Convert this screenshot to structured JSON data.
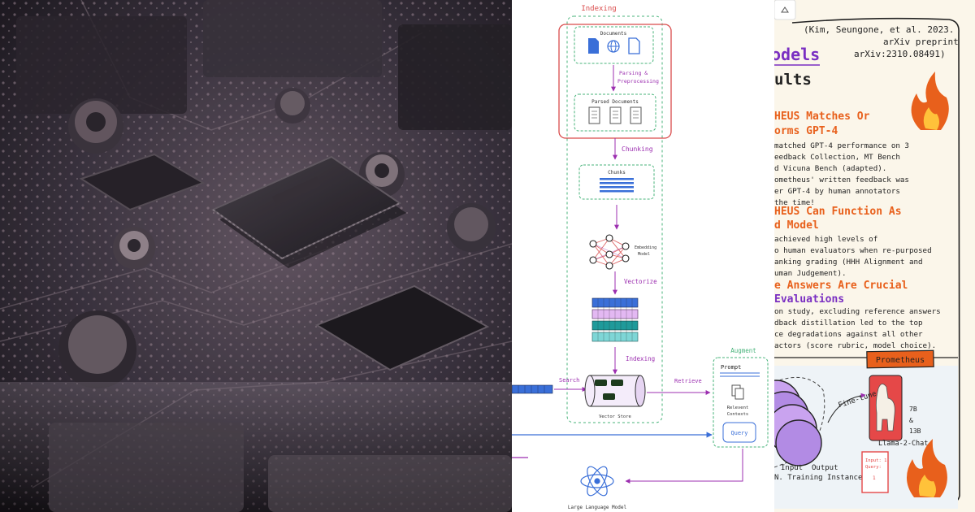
{
  "rag": {
    "indexing_title": "Indexing",
    "documents": "Documents",
    "parsing_line1": "Parsing &",
    "parsing_line2": "Preprocessing",
    "parsed_documents": "Parsed Documents",
    "chunking": "Chunking",
    "chunks": "Chunks",
    "embedding_line1": "Embedding",
    "embedding_line2": "Model",
    "vectorize": "Vectorize",
    "indexing_label": "Indexing",
    "search": "Search",
    "retrieve": "Retrieve",
    "vector_store": "Vector Store",
    "augment": "Augment",
    "prompt": "Prompt",
    "relevant_line1": "Relevent",
    "relevant_line2": "Contexts",
    "query": "Query",
    "llm": "Large Language Model",
    "colors": {
      "purple": "#9c2fb0",
      "red": "#d94b4b",
      "green": "#47b37a",
      "blue": "#3a6fd8"
    }
  },
  "note": {
    "citation_line1": "(Kim, Seungone, et al. 2023.",
    "citation_line2": "arXiv preprint",
    "citation_line3": "arXiv:2310.08491)",
    "title_models": "odels",
    "title_results": "ults",
    "h1_line1": "HEUS Matches Or",
    "h1_line2": "orms GPT-4",
    "p1_line1": "matched GPT-4 performance on 3",
    "p1_line2": "eedback Collection, MT Bench",
    "p1_line3": "d Vicuna Bench (adapted).",
    "p1_line4": "ometheus' written feedback was",
    "p1_line5": "er GPT-4 by human annotators",
    "p1_line6": "the time!",
    "h2_line1": "HEUS Can Function As",
    "h2_line2": "d Model",
    "p2_line1": "achieved high levels of",
    "p2_line2": "o human evaluators when re-purposed",
    "p2_line3": "anking grading (HHH Alignment and",
    "p2_line4": "uman Judgement).",
    "h3_line1": "e Answers Are Crucial",
    "h3_line2": "Evaluations",
    "p3_line1": "on study, excluding reference answers",
    "p3_line2": "dback distillation led to the top",
    "p3_line3": "ce degradations against all other",
    "p3_line4": "actors (score rubric, model choice).",
    "prometheus": "Prometheus",
    "fine_tune": "Fine-tune",
    "size_1": "7B",
    "size_amp": "&",
    "size_2": "13B",
    "base_model": "Llama-2-Chat",
    "input": "Input",
    "output": "Output",
    "training": "N. Training Instances",
    "sticky_line1": "Input: 1",
    "sticky_line2": "Query:",
    "sticky_line3": "1",
    "colors": {
      "orange": "#e8601c",
      "purple": "#7a2fc2",
      "ink": "#222222",
      "paper": "#fbf6ea"
    }
  }
}
